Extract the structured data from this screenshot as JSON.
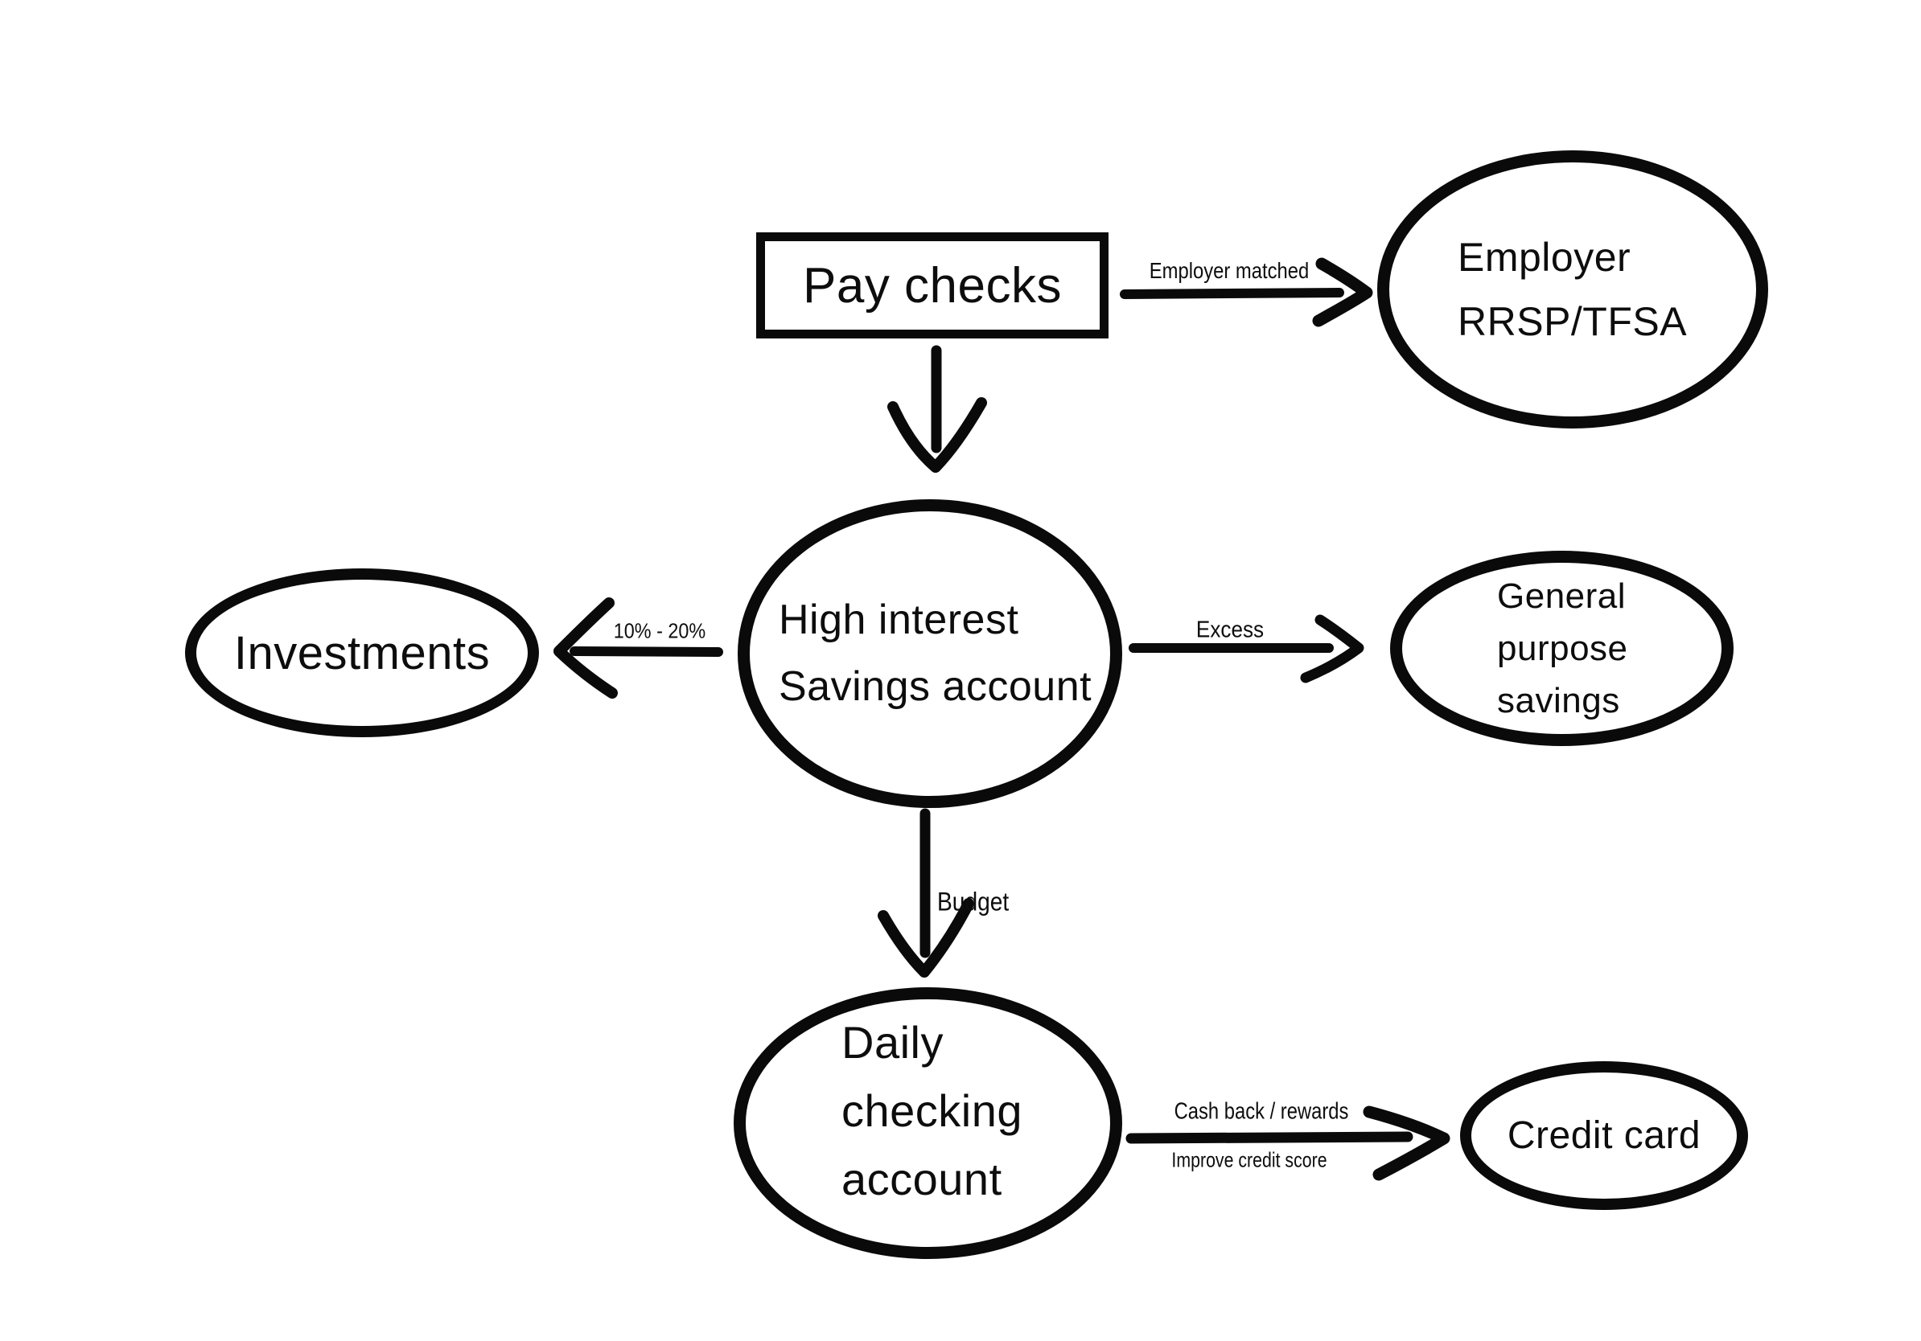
{
  "colors": {
    "ink": "#0a0a0a",
    "background": "#ffffff"
  },
  "nodes": {
    "pay_checks": {
      "shape": "rectangle",
      "label": "Pay checks"
    },
    "employer_rrsp_tfsa": {
      "shape": "ellipse",
      "lines": [
        "Employer",
        "RRSP/TFSA"
      ]
    },
    "high_interest_savings": {
      "shape": "ellipse",
      "lines": [
        "High interest",
        "Savings account"
      ]
    },
    "investments": {
      "shape": "ellipse",
      "label": "Investments"
    },
    "general_purpose_savings": {
      "shape": "ellipse",
      "lines": [
        "General",
        "purpose",
        "savings"
      ]
    },
    "daily_checking_account": {
      "shape": "ellipse",
      "lines": [
        "Daily",
        "checking",
        "account"
      ]
    },
    "credit_card": {
      "shape": "ellipse",
      "label": "Credit card"
    }
  },
  "edges": {
    "paychecks_to_rrsp": {
      "from": "pay_checks",
      "to": "employer_rrsp_tfsa",
      "label": "Employer matched"
    },
    "paychecks_to_savings": {
      "from": "pay_checks",
      "to": "high_interest_savings",
      "label": ""
    },
    "savings_to_investments": {
      "from": "high_interest_savings",
      "to": "investments",
      "label": "10% - 20%"
    },
    "savings_to_general": {
      "from": "high_interest_savings",
      "to": "general_purpose_savings",
      "label": "Excess"
    },
    "savings_to_checking": {
      "from": "high_interest_savings",
      "to": "daily_checking_account",
      "label": "Budget"
    },
    "checking_to_credit": {
      "from": "daily_checking_account",
      "to": "credit_card",
      "label_above": "Cash back / rewards",
      "label_below": "Improve credit score"
    }
  }
}
